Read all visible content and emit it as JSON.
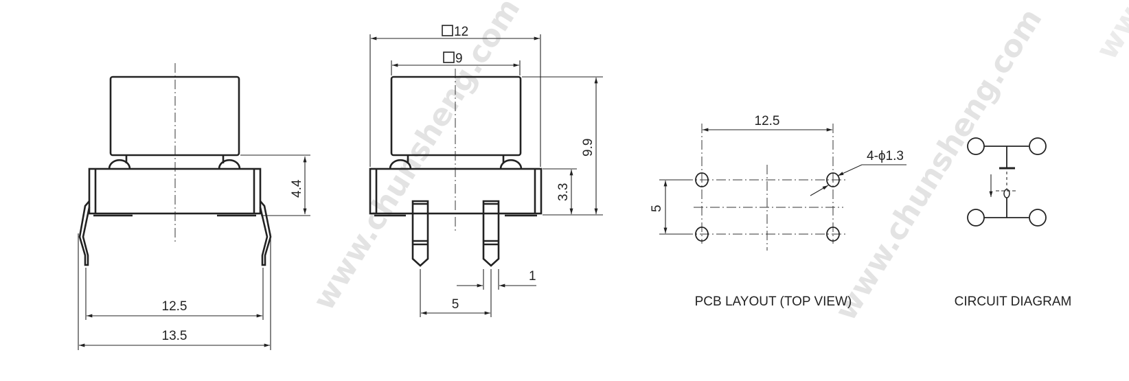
{
  "watermark": "www.chunsheng.com",
  "front_view": {
    "dim_height": "4.4",
    "dim_pitch": "12.5",
    "dim_width": "13.5"
  },
  "side_view": {
    "dim_body": "12",
    "dim_cap": "9",
    "dim_total_height": "9.9",
    "dim_base_height": "3.3",
    "dim_pin_pitch": "5",
    "dim_pin_width": "1"
  },
  "pcb_layout": {
    "title": "PCB LAYOUT (TOP VIEW)",
    "dim_x": "12.5",
    "dim_y": "5",
    "hole_note": "4-ϕ1.3"
  },
  "circuit": {
    "title": "CIRCUIT DIAGRAM"
  }
}
